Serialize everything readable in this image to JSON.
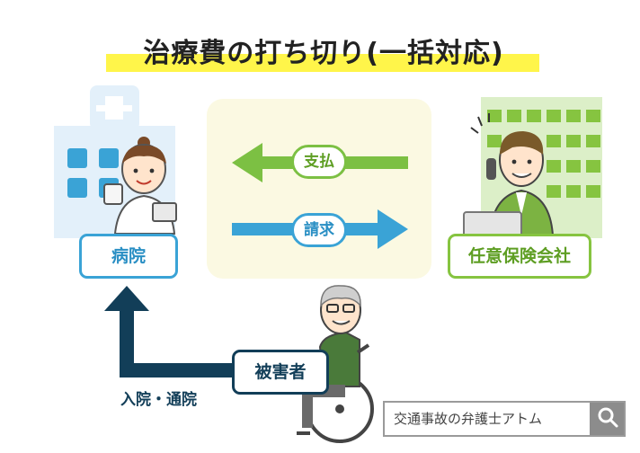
{
  "title": "治療費の打ち切り(一括対応)",
  "hospital": {
    "label": "病院"
  },
  "insurer": {
    "label": "任意保険会社"
  },
  "victim": {
    "label": "被害者"
  },
  "flows": {
    "payment": "支払",
    "claim": "請求",
    "visit": "入院・通院"
  },
  "search": {
    "text": "交通事故の弁護士アトム"
  },
  "colors": {
    "title_highlight": "#fff54a",
    "hospital": "#3aa3d6",
    "insurer": "#86c440",
    "victim": "#123e58",
    "panel": "#fbf9e2"
  }
}
